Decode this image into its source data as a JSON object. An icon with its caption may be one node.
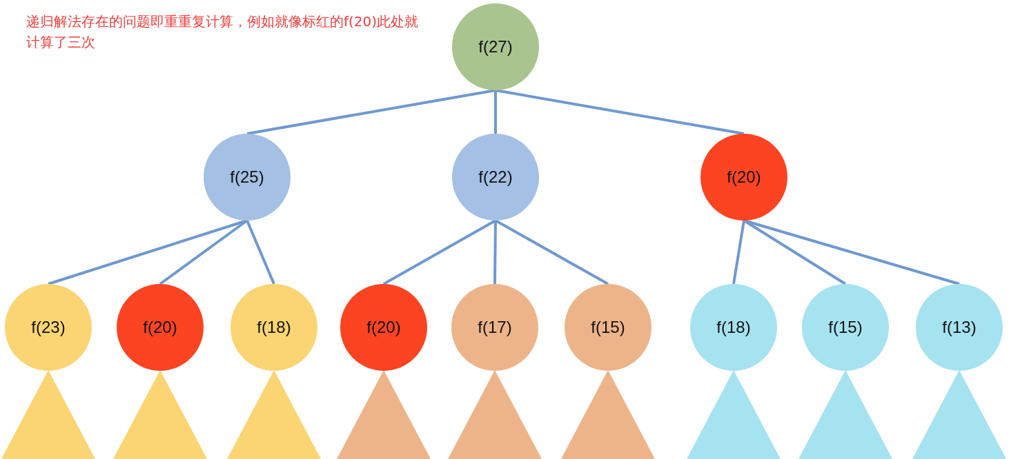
{
  "diagram": {
    "nodes": [
      {
        "text": [
          "f(27)"
        ]
      },
      {
        "text": [
          "f(25)"
        ]
      },
      {
        "text": [
          "f(22)"
        ]
      },
      {
        "text": [
          "f(20)"
        ]
      },
      {
        "text": [
          "f(23)"
        ]
      },
      {
        "text": [
          "f(20)"
        ]
      },
      {
        "text": [
          "f(18)"
        ]
      },
      {
        "text": [
          "f(20)"
        ]
      },
      {
        "text": [
          "f(17)"
        ]
      },
      {
        "text": [
          "f(15)"
        ]
      },
      {
        "text": [
          "f(18)"
        ]
      },
      {
        "text": [
          "f(15)"
        ]
      },
      {
        "text": [
          "f(13)"
        ]
      },
      {
        "text": [],
        "shape": "triangle"
      },
      {
        "text": [],
        "shape": "triangle"
      },
      {
        "text": [],
        "shape": "triangle"
      },
      {
        "text": [],
        "shape": "triangle"
      },
      {
        "text": [],
        "shape": "triangle"
      },
      {
        "text": [],
        "shape": "triangle"
      },
      {
        "text": [],
        "shape": "triangle"
      },
      {
        "text": [],
        "shape": "triangle"
      },
      {
        "text": [],
        "shape": "triangle"
      }
    ],
    "edges": [
      {
        "from": 0,
        "to": 1,
        "arrow": "none"
      },
      {
        "from": 0,
        "to": 2,
        "arrow": "none"
      },
      {
        "from": 0,
        "to": 3,
        "arrow": "none"
      },
      {
        "from": 1,
        "to": 4,
        "arrow": "none"
      },
      {
        "from": 1,
        "to": 5,
        "arrow": "none"
      },
      {
        "from": 1,
        "to": 6,
        "arrow": "none"
      },
      {
        "from": 2,
        "to": 7,
        "arrow": "none"
      },
      {
        "from": 2,
        "to": 8,
        "arrow": "none"
      },
      {
        "from": 2,
        "to": 9,
        "arrow": "none"
      },
      {
        "from": 3,
        "to": 10,
        "arrow": "none"
      },
      {
        "from": 3,
        "to": 11,
        "arrow": "none"
      },
      {
        "from": 3,
        "to": 12,
        "arrow": "none"
      }
    ],
    "labels": [
      "递归解法存在的问题即重重复计算，例如就像标红的f(20)此处就计算了三次"
    ]
  }
}
